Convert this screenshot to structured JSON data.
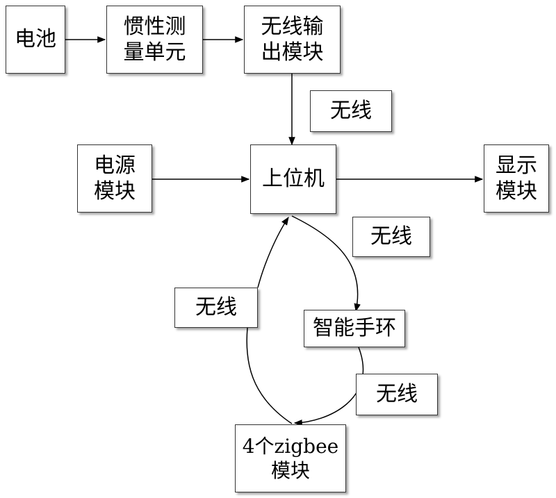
{
  "nodes": {
    "battery": "电池",
    "imu": "惯性测\n量单元",
    "wireless_output": "无线输\n出模块",
    "power_module": "电源\n模块",
    "host": "上位机",
    "display": "显示\n模块",
    "wristband": "智能手环",
    "zigbee": "4个zigbee\n模块"
  },
  "labels": {
    "wireless_top": "无线",
    "wireless_right": "无线",
    "wireless_left": "无线",
    "wireless_bottom": "无线"
  }
}
